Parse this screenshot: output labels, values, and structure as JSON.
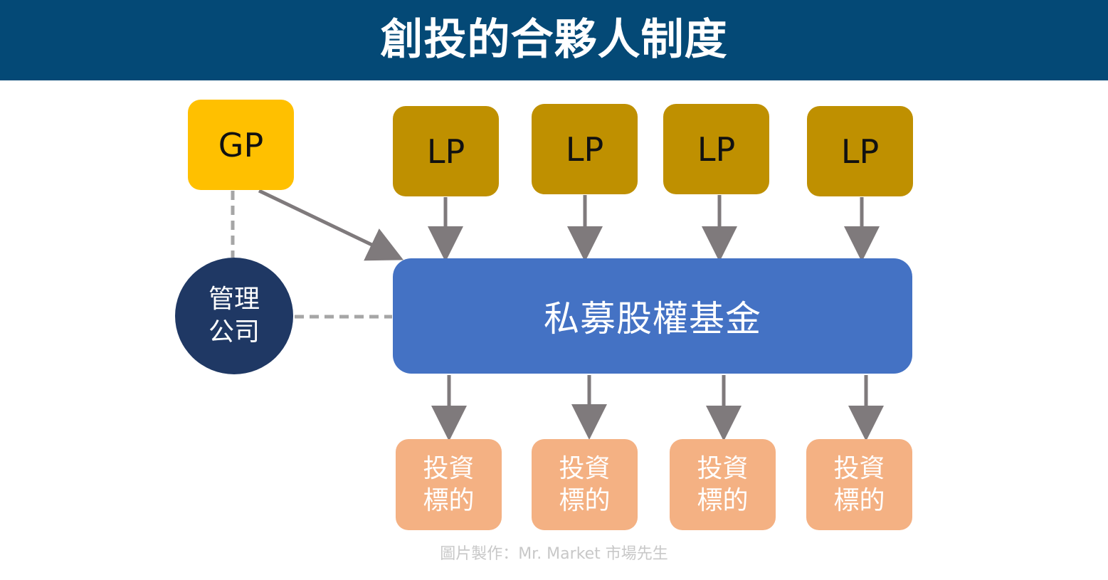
{
  "header": {
    "title": "創投的合夥人制度",
    "background": "#044976"
  },
  "diagram": {
    "gp": {
      "label": "GP",
      "color": "#ffc000"
    },
    "lps": [
      {
        "label": "LP"
      },
      {
        "label": "LP"
      },
      {
        "label": "LP"
      },
      {
        "label": "LP"
      }
    ],
    "lp_color": "#bf9000",
    "management": {
      "label": "管理\n公司",
      "color": "#1f3864"
    },
    "fund": {
      "label": "私募股權基金",
      "color": "#4472c4"
    },
    "targets": [
      {
        "label": "投資\n標的"
      },
      {
        "label": "投資\n標的"
      },
      {
        "label": "投資\n標的"
      },
      {
        "label": "投資\n標的"
      }
    ],
    "target_color": "#f4b183",
    "connector_color": "#7f7a7c",
    "dashed_color": "#a6a6a6"
  },
  "footer": {
    "credit": "圖片製作：Mr. Market 市場先生"
  }
}
